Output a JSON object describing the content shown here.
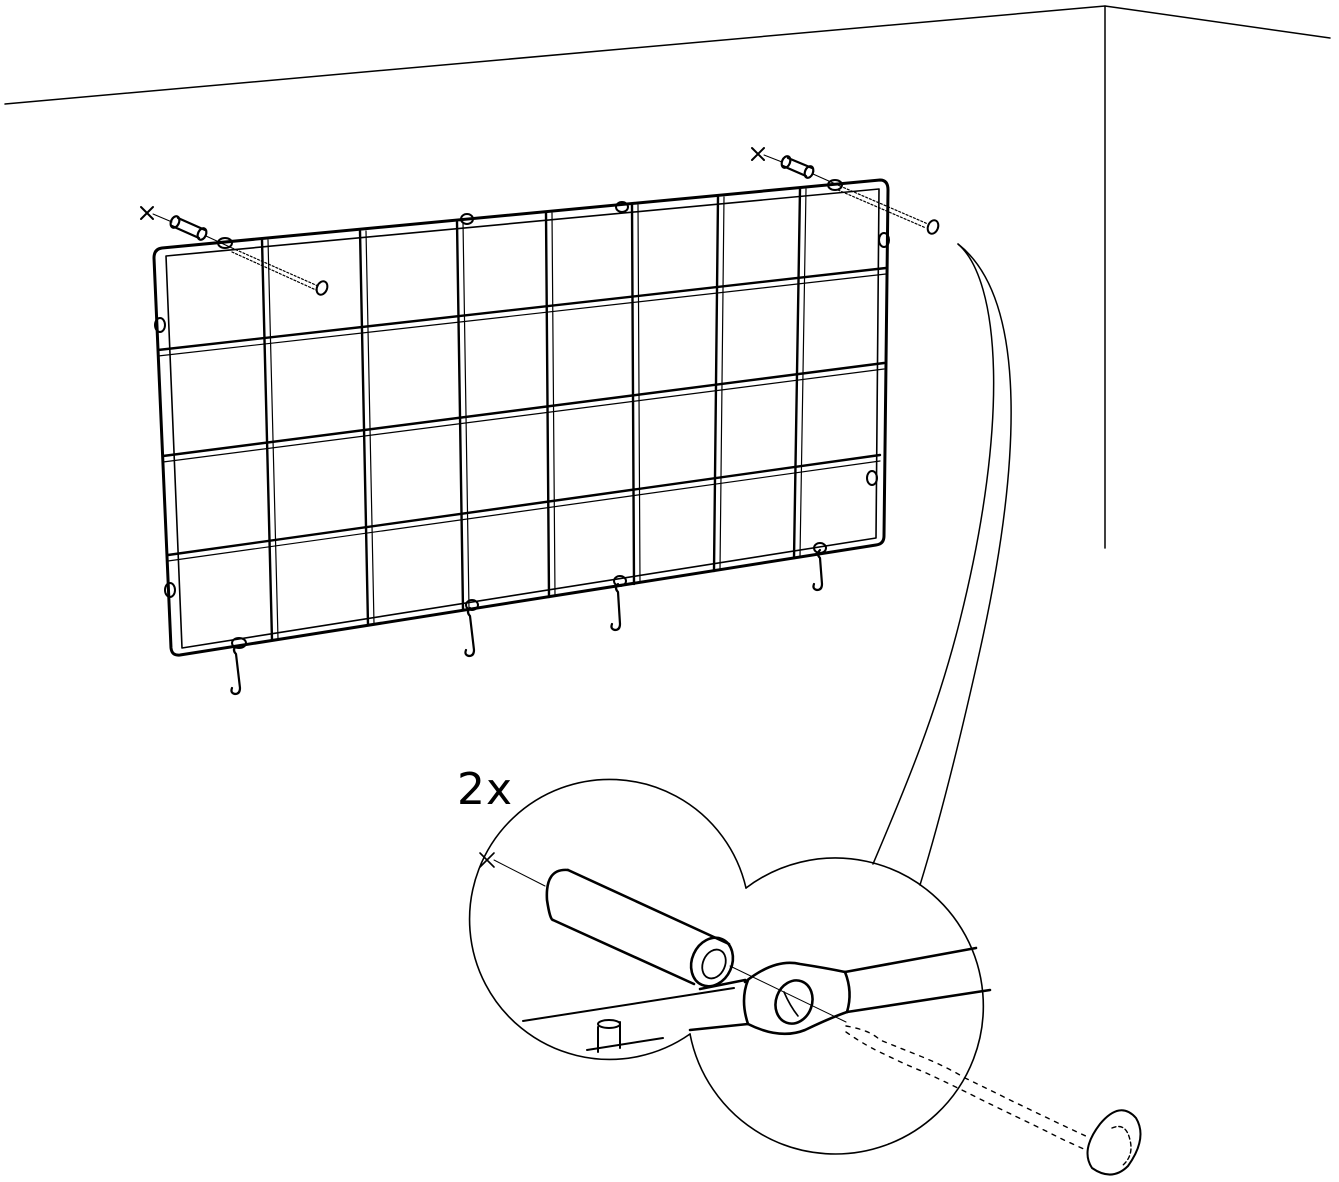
{
  "detail": {
    "quantity_label": "2x"
  },
  "colors": {
    "line": "#000000",
    "background": "#ffffff"
  },
  "icons": {
    "drill_mark": "cross-mark",
    "anchor": "wall-plug",
    "fastener": "screw",
    "part": "wire-grid-panel",
    "accessory": "s-hook"
  }
}
